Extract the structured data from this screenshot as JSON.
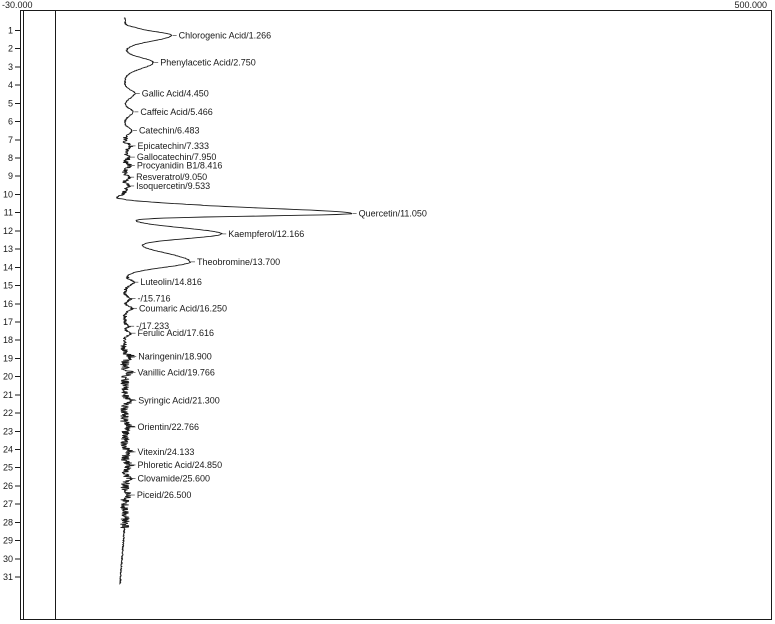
{
  "chart_data": {
    "type": "line",
    "subtype": "hplc-chromatogram",
    "title": "",
    "grid": false,
    "legend": false,
    "trace_color": "#1a1a1a",
    "x_axis": {
      "min_label": "-30.000",
      "max_label": "500.000",
      "range": [
        -30,
        500
      ]
    },
    "time_axis": {
      "unit": "min",
      "direction": "down",
      "range": [
        0,
        31.5
      ],
      "ticks": [
        1,
        2,
        3,
        4,
        5,
        6,
        7,
        8,
        9,
        10,
        11,
        12,
        13,
        14,
        15,
        16,
        17,
        18,
        19,
        20,
        21,
        22,
        23,
        24,
        25,
        26,
        27,
        28,
        29,
        30,
        31
      ]
    },
    "baseline_value": 44,
    "peaks": [
      {
        "label": "Chlorogenic Acid/1.266",
        "name": "Chlorogenic Acid",
        "rt": 1.266,
        "height": 33,
        "wl": 0.22,
        "wt": 0.3
      },
      {
        "label": "Phenylacetic Acid/2.750",
        "name": "Phenylacetic Acid",
        "rt": 2.75,
        "height": 20,
        "wl": 0.25,
        "wt": 0.33
      },
      {
        "label": "Gallic Acid/4.450",
        "name": "Gallic Acid",
        "rt": 4.45,
        "height": 7,
        "wl": 0.18,
        "wt": 0.24
      },
      {
        "label": "Caffeic Acid/5.466",
        "name": "Caffeic Acid",
        "rt": 5.466,
        "height": 6,
        "wl": 0.16,
        "wt": 0.2
      },
      {
        "label": "Catechin/6.483",
        "name": "Catechin",
        "rt": 6.483,
        "height": 5,
        "wl": 0.14,
        "wt": 0.18
      },
      {
        "label": "Epicatechin/7.333",
        "name": "Epicatechin",
        "rt": 7.333,
        "height": 4,
        "wl": 0.1,
        "wt": 0.14
      },
      {
        "label": "Gallocatechin/7.950",
        "name": "Gallocatechin",
        "rt": 7.95,
        "height": 3.5,
        "wl": 0.09,
        "wt": 0.11
      },
      {
        "label": "Procyanidin B1/8.416",
        "name": "Procyanidin B1",
        "rt": 8.416,
        "height": 3.5,
        "wl": 0.09,
        "wt": 0.11
      },
      {
        "label": "Resveratrol/9.050",
        "name": "Resveratrol",
        "rt": 9.05,
        "height": 3,
        "wl": 0.09,
        "wt": 0.11
      },
      {
        "label": "Isoquercetin/9.533",
        "name": "Isoquercetin",
        "rt": 9.533,
        "height": 3,
        "wl": 0.09,
        "wt": 0.11
      },
      {
        "label": "Quercetin/11.050",
        "name": "Quercetin",
        "rt": 11.05,
        "height": 160,
        "wl": 0.3,
        "wt": 0.13
      },
      {
        "label": "Kaempferol/12.166",
        "name": "Kaempferol",
        "rt": 12.166,
        "height": 68,
        "wl": 0.33,
        "wt": 0.26
      },
      {
        "label": "Theobromine/13.700",
        "name": "Theobromine",
        "rt": 13.7,
        "height": 46,
        "wl": 0.5,
        "wt": 0.3
      },
      {
        "label": "Luteolin/14.816",
        "name": "Luteolin",
        "rt": 14.816,
        "height": 6,
        "wl": 0.14,
        "wt": 0.18
      },
      {
        "label": "-/15.716",
        "name": "-",
        "rt": 15.716,
        "height": 4,
        "wl": 0.09,
        "wt": 0.11
      },
      {
        "label": "Coumaric Acid/16.250",
        "name": "Coumaric Acid",
        "rt": 16.25,
        "height": 5,
        "wl": 0.11,
        "wt": 0.14
      },
      {
        "label": "-/17.233",
        "name": "-",
        "rt": 17.233,
        "height": 3,
        "wl": 0.07,
        "wt": 0.09
      },
      {
        "label": "Ferulic Acid/17.616",
        "name": "Ferulic Acid",
        "rt": 17.616,
        "height": 4,
        "wl": 0.09,
        "wt": 0.11
      },
      {
        "label": "Naringenin/18.900",
        "name": "Naringenin",
        "rt": 18.9,
        "height": 4.5,
        "wl": 0.09,
        "wt": 0.11
      },
      {
        "label": "Vanillic Acid/19.766",
        "name": "Vanillic Acid",
        "rt": 19.766,
        "height": 4,
        "wl": 0.09,
        "wt": 0.11
      },
      {
        "label": "Syringic Acid/21.300",
        "name": "Syringic Acid",
        "rt": 21.3,
        "height": 4.5,
        "wl": 0.09,
        "wt": 0.11
      },
      {
        "label": "Orientin/22.766",
        "name": "Orientin",
        "rt": 22.766,
        "height": 4,
        "wl": 0.09,
        "wt": 0.11
      },
      {
        "label": "Vitexin/24.133",
        "name": "Vitexin",
        "rt": 24.133,
        "height": 4,
        "wl": 0.09,
        "wt": 0.11
      },
      {
        "label": "Phloretic Acid/24.850",
        "name": "Phloretic Acid",
        "rt": 24.85,
        "height": 4,
        "wl": 0.09,
        "wt": 0.11
      },
      {
        "label": "Clovamide/25.600",
        "name": "Clovamide",
        "rt": 25.6,
        "height": 4,
        "wl": 0.09,
        "wt": 0.11
      },
      {
        "label": "Piceid/26.500",
        "name": "Piceid",
        "rt": 26.5,
        "height": 3.5,
        "wl": 0.09,
        "wt": 0.11
      }
    ],
    "unlabeled_features": [
      {
        "rt": 0.85,
        "height": 3,
        "wl": 0.07,
        "wt": 0.09
      },
      {
        "rt": 10.2,
        "height": -8,
        "wl": 0.12,
        "wt": 0.12
      },
      {
        "rt": 10.52,
        "height": 6,
        "wl": 0.1,
        "wt": 0.1
      }
    ],
    "noise_bands": [
      {
        "from": 6.8,
        "to": 9.9,
        "amp": 1.8
      },
      {
        "from": 9.9,
        "to": 10.6,
        "amp": 1.5
      },
      {
        "from": 14.55,
        "to": 18.3,
        "amp": 1.2
      },
      {
        "from": 18.3,
        "to": 28.3,
        "amp": 3.0
      }
    ],
    "base_noise_amp": 0.5
  }
}
